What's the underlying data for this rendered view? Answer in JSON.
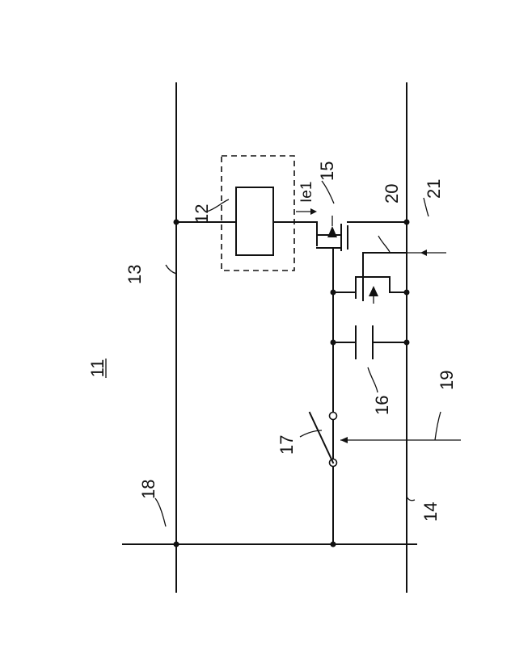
{
  "figure": {
    "title": "11",
    "labels": {
      "element": "12",
      "line_top": "13",
      "line_bottom": "14",
      "transistor_drive": "15",
      "capacitor": "16",
      "switch": "17",
      "line_left": "18",
      "control_switch": "19",
      "transistor_switch": "20",
      "control_transistor": "21",
      "current": "Ie1"
    }
  }
}
